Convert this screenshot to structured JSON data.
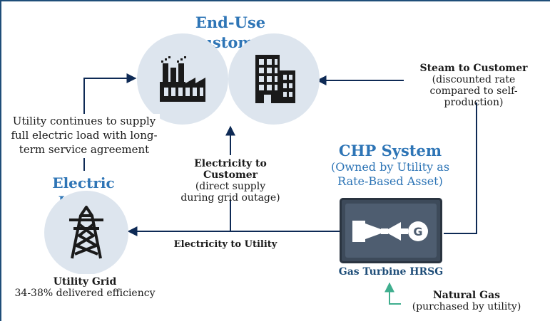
{
  "colors": {
    "frame": "#1f4e79",
    "arrow_dark": "#0e2a55",
    "arrow_gas": "#3fae8e",
    "title_blue": "#2e75b6",
    "circle_fill": "#dde5ee",
    "turbine_box": "#3d4a5a"
  },
  "end_use": {
    "title": "End-Use Customer",
    "icons": [
      "factory-icon",
      "office-building-icon"
    ]
  },
  "steam": {
    "title": "Steam to Customer",
    "detail": "(discounted rate compared to self-production)"
  },
  "utility_supply": {
    "text": "Utility continues to supply full electric load with long-term service agreement"
  },
  "electric_utility": {
    "title": "Electric Utility",
    "icon": "transmission-tower-icon"
  },
  "elec_to_customer": {
    "title": "Electricity to Customer",
    "detail": "(direct supply during grid outage)"
  },
  "chp": {
    "title": "CHP System",
    "subtitle": "(Owned by Utility as Rate-Based Asset)",
    "icon": "gas-turbine-icon",
    "turbine_label": "Gas Turbine HRSG"
  },
  "elec_to_utility": {
    "label": "Electricity to Utility"
  },
  "utility_grid": {
    "title": "Utility Grid",
    "detail": "34-38% delivered efficiency"
  },
  "natural_gas": {
    "title": "Natural Gas",
    "detail": "(purchased by utility)"
  }
}
